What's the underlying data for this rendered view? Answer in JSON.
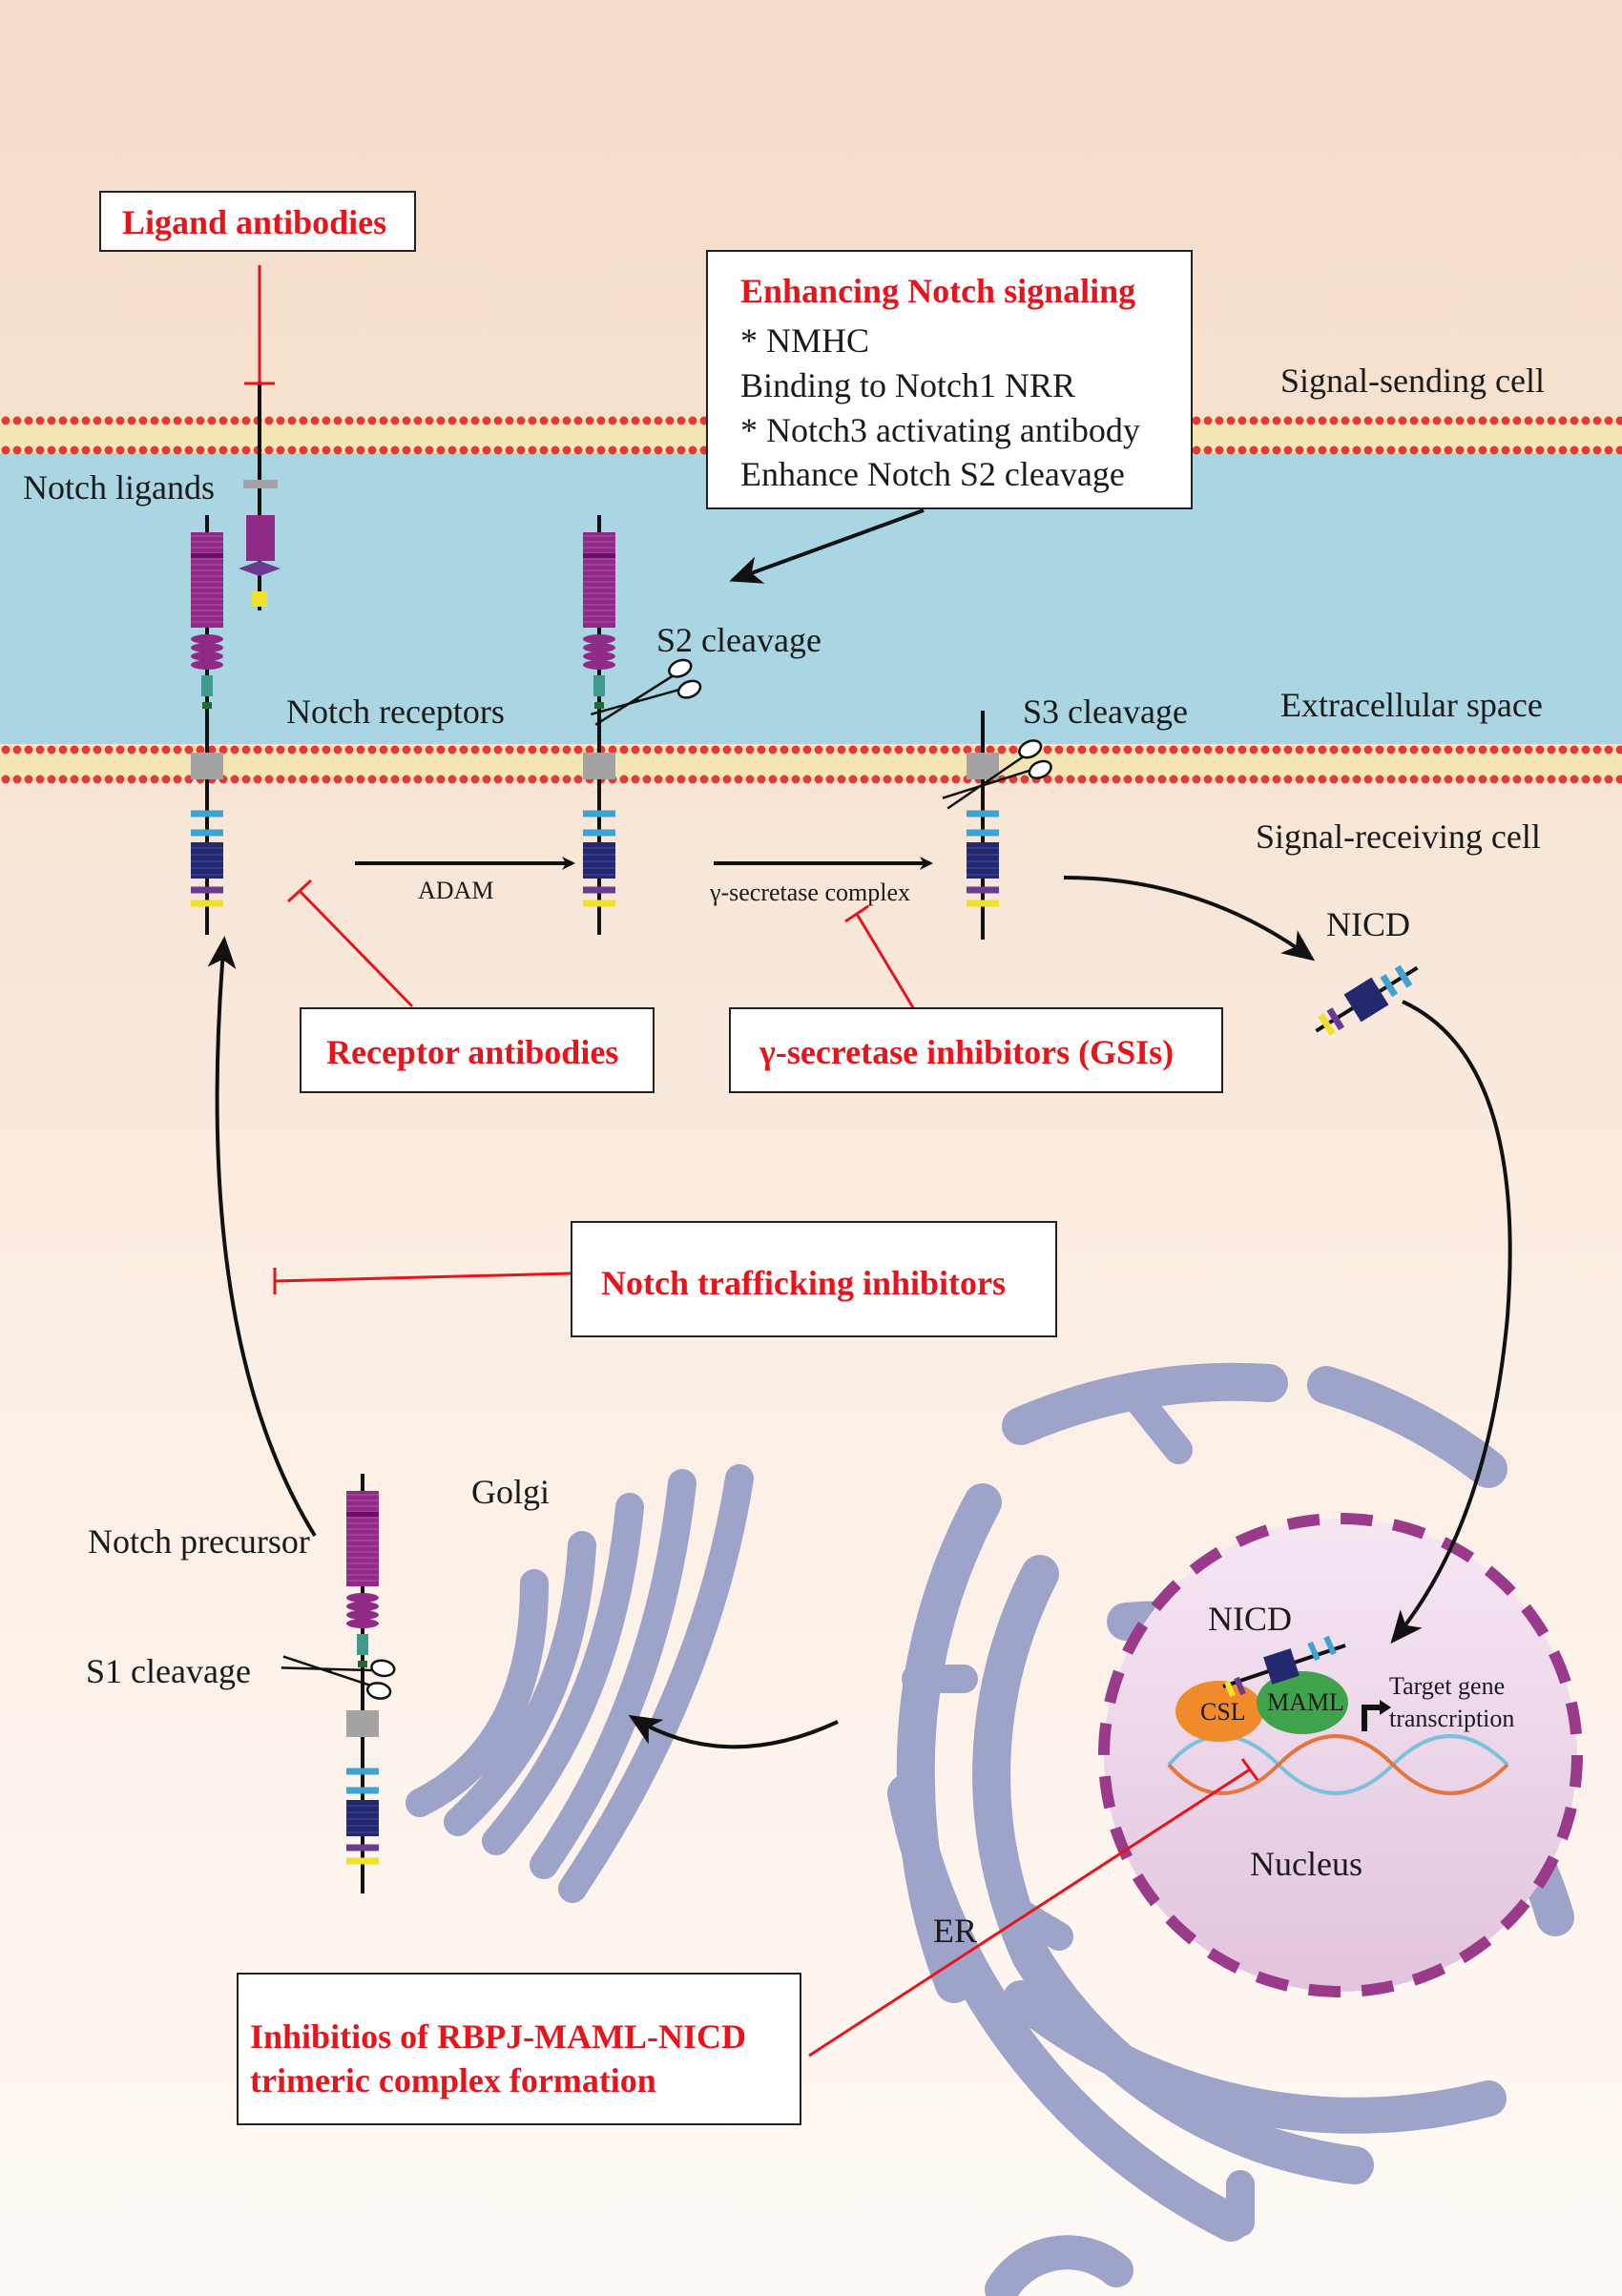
{
  "labels": {
    "signal_sending_cell": "Signal-sending cell",
    "extracellular_space": "Extracellular space",
    "signal_receiving_cell": "Signal-receiving cell",
    "notch_ligands": "Notch ligands",
    "notch_receptors": "Notch receptors",
    "s2_cleavage": "S2 cleavage",
    "s3_cleavage": "S3 cleavage",
    "adam": "ADAM",
    "gamma_secretase_complex": "γ-secretase complex",
    "nicd_cytoplasm": "NICD",
    "nicd_nucleus": "NICD",
    "csl": "CSL",
    "maml": "MAML",
    "target_gene_line1": "Target gene",
    "target_gene_line2": "transcription",
    "nucleus": "Nucleus",
    "er": "ER",
    "golgi": "Golgi",
    "notch_precursor": "Notch precursor",
    "s1_cleavage": "S1 cleavage"
  },
  "boxes": {
    "ligand_antibodies": "Ligand antibodies",
    "enhancing": {
      "title": "Enhancing Notch signaling",
      "lines": [
        "* NMHC",
        "Binding to Notch1 NRR",
        "* Notch3 activating antibody",
        "Enhance Notch S2 cleavage"
      ]
    },
    "receptor_antibodies": "Receptor antibodies",
    "gsi": "γ-secretase inhibitors (GSIs)",
    "trafficking": "Notch trafficking inhibitors",
    "complex_line1": "Inhibitios of  RBPJ-MAML-NICD",
    "complex_line2": "trimeric complex formation"
  },
  "colors": {
    "inhibitor_red": "#e8141c",
    "extracellular_blue": "#a9d6e2",
    "membrane_red": "#e23a3a",
    "membrane_yellow": "#f3e6b4",
    "ecd_magenta": "#8f2a86",
    "ank_navy": "#24286e",
    "tm_gray": "#a3a3a3",
    "er_golgi_lavender": "#9da3c9",
    "nucleus_pink": "#eed9ea",
    "nuclear_pore_purple": "#9a3a8a",
    "csl_orange": "#f08a2a",
    "maml_green": "#3fa34d"
  }
}
